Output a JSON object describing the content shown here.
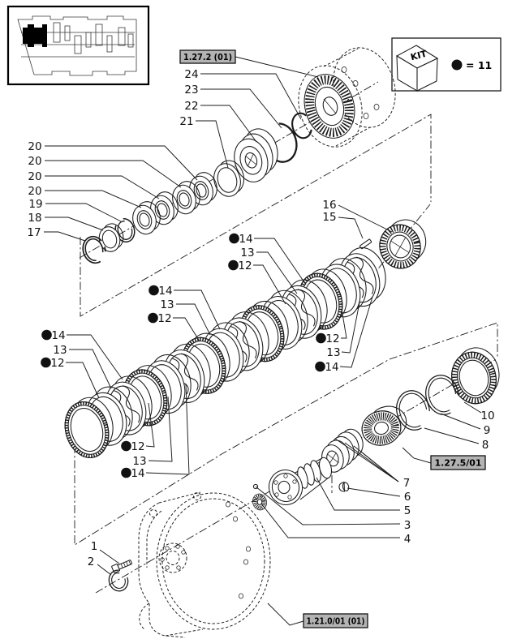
{
  "kit_box": {
    "title": "KIT",
    "legend": "= 11"
  },
  "ref_labels": {
    "top": "1.27.2 (01)",
    "middle": "1.27.5/01",
    "bottom": "1.21.0/01 (01)"
  },
  "callouts": [
    {
      "label": "24",
      "kit": false
    },
    {
      "label": "23",
      "kit": false
    },
    {
      "label": "22",
      "kit": false
    },
    {
      "label": "21",
      "kit": false
    },
    {
      "label": "20",
      "kit": false
    },
    {
      "label": "20",
      "kit": false
    },
    {
      "label": "20",
      "kit": false
    },
    {
      "label": "20",
      "kit": false
    },
    {
      "label": "19",
      "kit": false
    },
    {
      "label": "18",
      "kit": false
    },
    {
      "label": "17",
      "kit": false
    },
    {
      "label": "16",
      "kit": false
    },
    {
      "label": "15",
      "kit": false
    },
    {
      "label": "14",
      "kit": true
    },
    {
      "label": "13",
      "kit": false
    },
    {
      "label": "12",
      "kit": true
    },
    {
      "label": "14",
      "kit": true
    },
    {
      "label": "13",
      "kit": false
    },
    {
      "label": "12",
      "kit": true
    },
    {
      "label": "14",
      "kit": true
    },
    {
      "label": "13",
      "kit": false
    },
    {
      "label": "12",
      "kit": true
    },
    {
      "label": "12",
      "kit": true
    },
    {
      "label": "13",
      "kit": false
    },
    {
      "label": "14",
      "kit": true
    },
    {
      "label": "12",
      "kit": true
    },
    {
      "label": "13",
      "kit": false
    },
    {
      "label": "14",
      "kit": true
    },
    {
      "label": "10",
      "kit": false
    },
    {
      "label": "9",
      "kit": false
    },
    {
      "label": "8",
      "kit": false
    },
    {
      "label": "7",
      "kit": false
    },
    {
      "label": "6",
      "kit": false
    },
    {
      "label": "5",
      "kit": false
    },
    {
      "label": "3",
      "kit": false
    },
    {
      "label": "4",
      "kit": false
    },
    {
      "label": "1",
      "kit": false
    },
    {
      "label": "2",
      "kit": false
    }
  ]
}
